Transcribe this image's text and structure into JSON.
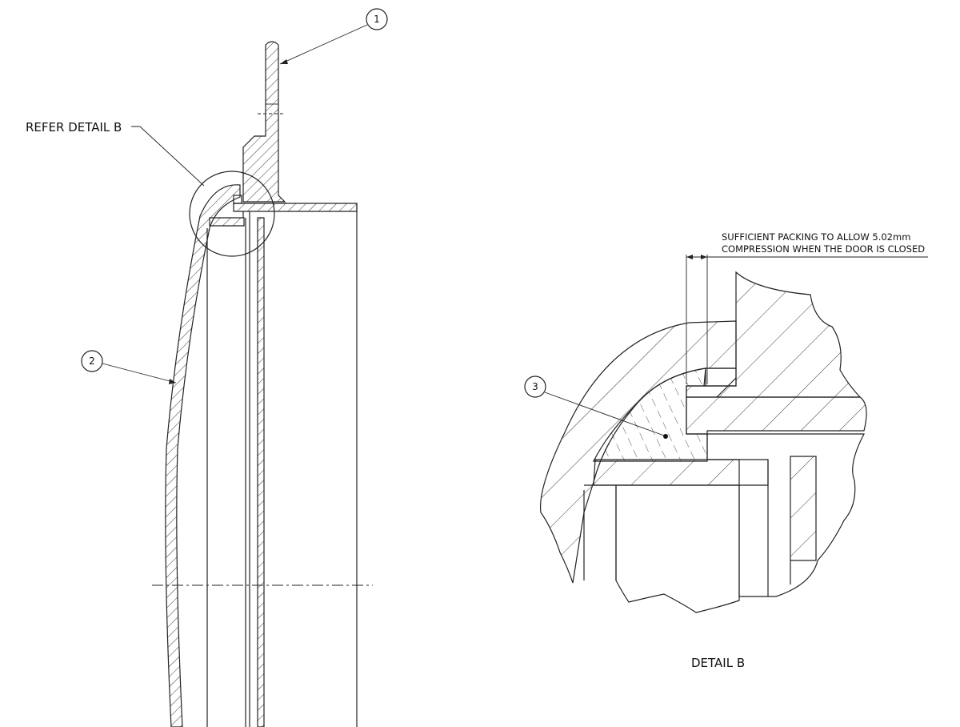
{
  "main_view": {
    "refer_label": "REFER DETAIL B",
    "balloons": [
      "1",
      "2"
    ]
  },
  "detail_view": {
    "title": "DETAIL B",
    "note_line1": "SUFFICIENT PACKING TO ALLOW 5.02mm",
    "note_line2": "COMPRESSION WHEN THE DOOR IS CLOSED",
    "balloon": "3"
  }
}
